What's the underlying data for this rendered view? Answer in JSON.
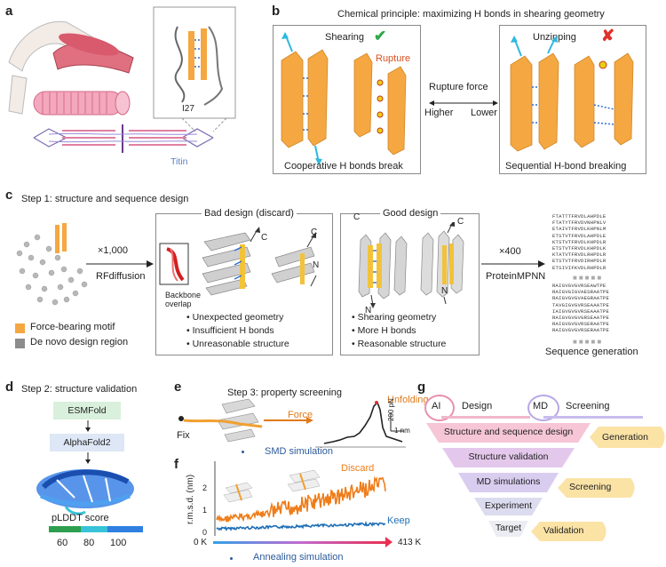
{
  "panels": {
    "a": {
      "letter": "a",
      "inset_label": "I27",
      "titin_label": "Titin"
    },
    "b": {
      "letter": "b",
      "title": "Chemical principle: maximizing H bonds in shearing geometry",
      "shearing_label": "Shearing",
      "rupture_label": "Rupture",
      "unzipping_label": "Unzipping",
      "rupture_force_label": "Rupture force",
      "higher_label": "Higher",
      "lower_label": "Lower",
      "left_caption": "Cooperative H bonds break",
      "right_caption": "Sequential H-bond breaking"
    },
    "c": {
      "letter": "c",
      "step_title": "Step 1: structure and sequence design",
      "multiplier_1": "×1,000",
      "tool_1": "RFdiffusion",
      "legend": [
        {
          "label": "Force-bearing motif",
          "color": "#f5a742"
        },
        {
          "label": "De novo design region",
          "color": "#8c8c8c"
        }
      ],
      "bad_title": "Bad design (discard)",
      "backbone_label_1": "Backbone",
      "backbone_label_2": "overlap",
      "bad_bullets": [
        "• Unexpected geometry",
        "• Insufficient H bonds",
        "• Unreasonable structure"
      ],
      "good_title": "Good design",
      "good_bullets": [
        "• Shearing geometry",
        "• More H bonds",
        "• Reasonable structure"
      ],
      "terminus_c": "C",
      "terminus_n": "N",
      "multiplier_2": "×400",
      "tool_2": "ProteinMPNN",
      "seq_group_1": [
        "FTATTTFRVDLAHPDLE",
        "FTATYTFRVDVNHPNLV",
        "ETAIVTFRVDLKHPNLM",
        "ETSTVTFRVDLAHPDLE",
        "KTSTVTFRVDLKHPDLR",
        "ETSTVTFRVDLKHPDLK",
        "KTATVTFRVDLRHPDLR",
        "ETSTVTFRVDIRHPDLR",
        "ETSIVIFKVDLRHPDLR"
      ],
      "seq_group_2": [
        "RAIGVGVGVRSEAWTPE",
        "RAIGVGIGVAESRAATPE",
        "RAIGVGVGVAEGRAATPE",
        "TAVGIGVGVRSEAAATPE",
        "IAIGVGVGVRSEAAATPE",
        "RAIGVGVGVGRSEAATPE",
        "RAIGVGVGVRSERAATPE",
        "RAIGVGVGVRSERAATPE"
      ],
      "seq_caption": "Sequence generation"
    },
    "d": {
      "letter": "d",
      "step_title": "Step 2: structure validation",
      "tool_1": "ESMFold",
      "tool_2": "AlphaFold2",
      "score_label": "pLDDT score",
      "score_ticks": [
        "60",
        "80",
        "100"
      ],
      "score_colors": [
        "#2e9e4f",
        "#37c3d8",
        "#2f7fe0"
      ]
    },
    "e": {
      "letter": "e",
      "step_title": "Step 3: property screening",
      "fix_label": "Fix",
      "force_label": "Force",
      "unfolding_label": "Unfolding",
      "scale_y": "200 pN",
      "scale_x": "1 nm",
      "caption": "SMD simulation"
    },
    "f": {
      "letter": "f",
      "ylabel": "r.m.s.d. (nm)",
      "y_ticks": [
        "0",
        "1",
        "2"
      ],
      "discard_label": "Discard",
      "keep_label": "Keep",
      "x_start": "0 K",
      "x_end": "413 K",
      "caption": "Annealing simulation",
      "discard_color": "#ef7d1a",
      "keep_color": "#1f6fb5"
    },
    "g": {
      "letter": "g",
      "ai_label": "AI",
      "design_label": "Design",
      "md_label": "MD",
      "screening_label": "Screening",
      "funnel_levels": [
        {
          "label": "Structure and sequence design",
          "color": "#f6c6d6"
        },
        {
          "label": "Structure validation",
          "color": "#e4c8ec"
        },
        {
          "label": "MD simulations",
          "color": "#d9cdef"
        },
        {
          "label": "Experiment",
          "color": "#dcdcf0"
        },
        {
          "label": "Target",
          "color": "#ececf3"
        }
      ],
      "side_tags": [
        "Generation",
        "Screening",
        "Validation"
      ],
      "side_tag_color": "#fbe3a6"
    }
  }
}
